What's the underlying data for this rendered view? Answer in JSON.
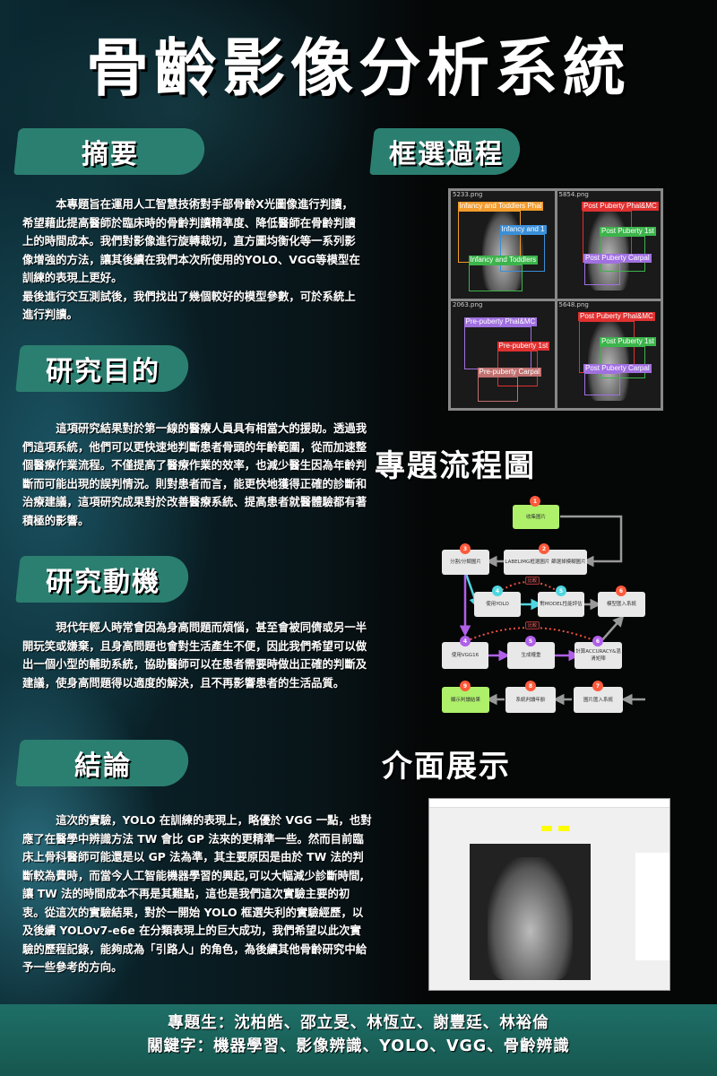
{
  "title": "骨齡影像分析系統",
  "sections": {
    "abstract": {
      "heading": "摘要",
      "body": "本專題旨在運用人工智慧技術對手部骨齡X光圖像進行判讀，希望藉此提高醫師於臨床時的骨齡判讀精準度、降低醫師在骨齡判讀上的時間成本。我們對影像進行旋轉裁切，直方圖均衡化等一系列影像增強的方法，讓其後續在我們本次所使用的YOLO、VGG等模型在訓練的表現上更好。",
      "body2": "最後進行交互測試後，我們找出了幾個較好的模型參數，可於系統上進行判讀。"
    },
    "purpose": {
      "heading": "研究目的",
      "body": "這項研究結果對於第一線的醫療人員具有相當大的援助。透過我們這項系統，他們可以更快速地判斷患者骨頭的年齡範圍，從而加速整個醫療作業流程。不僅提高了醫療作業的效率，也減少醫生因為年齡判斷而可能出現的誤判情況。則對患者而言，能更快地獲得正確的診斷和治療建議，這項研究成果對於改善醫療系統、提高患者就醫體驗都有著積極的影響。"
    },
    "motivation": {
      "heading": "研究動機",
      "body": "現代年輕人時常會因為身高問題而煩惱，甚至會被同儕或另一半開玩笑或嫌棄，且身高問題也會對生活產生不便，因此我們希望可以做出一個小型的輔助系統，協助醫師可以在患者需要時做出正確的判斷及建議，使身高問題得以適度的解決，且不再影響患者的生活品質。"
    },
    "conclusion": {
      "heading": "結論",
      "body": "這次的實驗，YOLO 在訓練的表現上，略優於 VGG 一點，也對應了在醫學中辨識方法 TW 會比 GP 法來的更精準一些。然而目前臨床上骨科醫師可能還是以 GP 法為準，其主要原因是由於 TW 法的判斷較為費時，而當今人工智能機器學習的興起,可以大幅減少診斷時間,讓 TW 法的時間成本不再是其難點，這也是我們這次實驗主要的初衷。從這次的實驗結果，對於一開始 YOLO 框選失利的實驗經歷，以及後續 YOLOv7-e6e 在分類表現上的巨大成功，我們希望以此次實驗的歷程記錄，能夠成為「引路人」的角色，為後續其他骨齡研究中給予一些參考的方向。"
    },
    "boxing": {
      "heading": "框選過程",
      "images": [
        {
          "file": "5233.png",
          "labels": [
            "Infancy and Toddlers Phal",
            "Infancy and 1",
            "Infancy and Toddlers"
          ]
        },
        {
          "file": "5854.png",
          "labels": [
            "Post Puberty Phal&MC",
            "Post Puberty 1st",
            "Post Puberty Carpal"
          ]
        },
        {
          "file": "2063.png",
          "labels": [
            "Pre-puberty Phal&MC",
            "Pre-puberty 1st",
            "Pre-puberty Carpal"
          ]
        },
        {
          "file": "5648.png",
          "labels": [
            "Post Puberty Phal&MC",
            "Post Puberty 1st",
            "Post Puberty Carpal"
          ]
        }
      ]
    },
    "flowchart": {
      "heading": "專題流程圖",
      "steps": [
        {
          "n": "1",
          "label": "收集圖片"
        },
        {
          "n": "2",
          "label": "LABELIMG框選圖片 篩選掉模糊圖片"
        },
        {
          "n": "3",
          "label": "分割/分類圖片"
        },
        {
          "n": "4",
          "label": "使用YOLO"
        },
        {
          "n": "5",
          "label": "對MODEL性能評估"
        },
        {
          "n": "6",
          "label": "模型匯入系統"
        },
        {
          "n": "4",
          "label": "使用VGG16"
        },
        {
          "n": "5",
          "label": "生成權重"
        },
        {
          "n": "6",
          "label": "計算ACCURACY&混淆矩陣"
        },
        {
          "n": "7",
          "label": "圖片匯入系統"
        },
        {
          "n": "8",
          "label": "系統判讀年齡"
        },
        {
          "n": "9",
          "label": "顯示判讀結果"
        }
      ],
      "compare_label": "比較"
    },
    "interface": {
      "heading": "介面展示"
    }
  },
  "footer": {
    "students": "專題生：沈柏皓、邵立旻、林恆立、謝豐廷、林裕倫",
    "keywords": "關鍵字：機器學習、影像辨識、YOLO、VGG、骨齡辨識"
  },
  "colors": {
    "banner": "#2b7f70",
    "footer": "#1e6f67",
    "step_orange": "#ff5a3c",
    "yolo": "#4fd6e0",
    "vgg": "#b060e8",
    "green_box": "#aef06a"
  }
}
